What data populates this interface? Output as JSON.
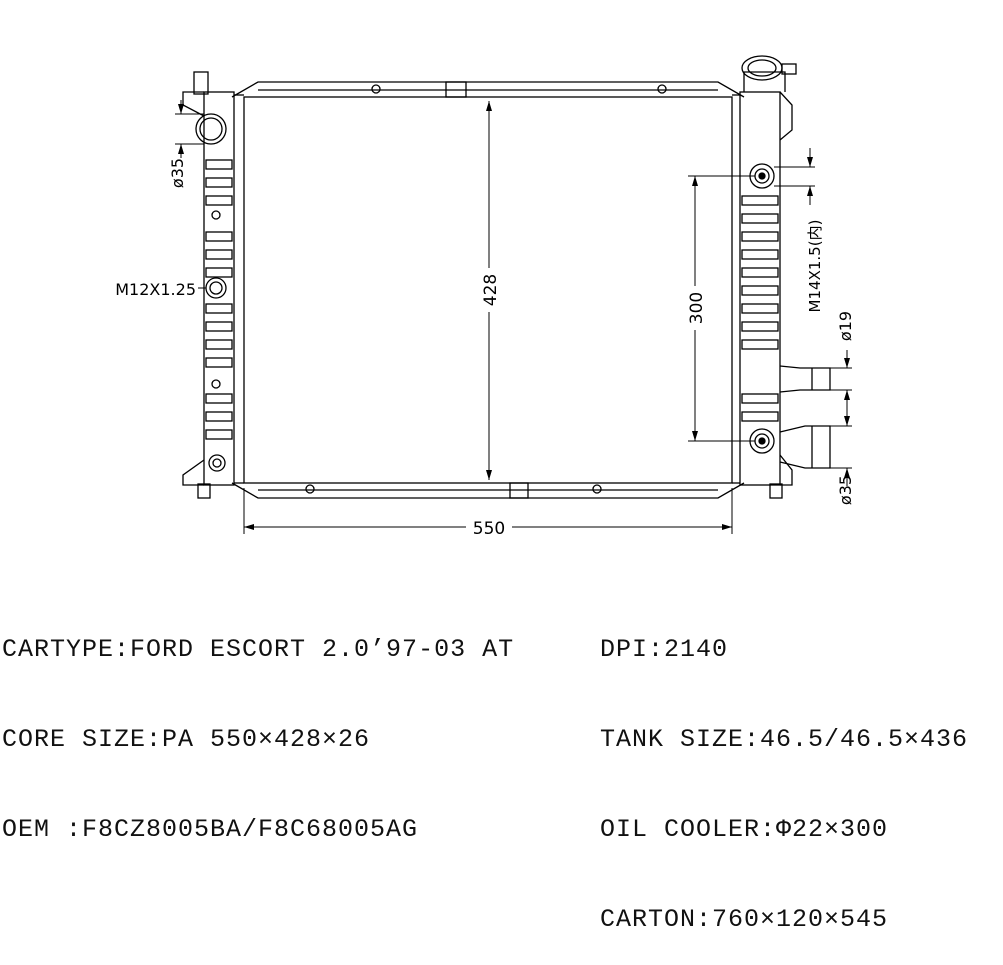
{
  "drawing": {
    "labels": {
      "core_width": "550",
      "core_height": "428",
      "cooler_spacing": "300",
      "inlet_diameter": "ø35",
      "outlet_diameter": "ø35",
      "drain_thread": "M12X1.25",
      "cooler_thread": "M14X1.5(内)",
      "cooler_pipe": "ø19"
    }
  },
  "specs": {
    "left": [
      "CARTYPE:FORD ESCORT 2.0’97-03 AT",
      "CORE SIZE:PA 550×428×26",
      "OEM :F8CZ8005BA/F8C68005AG"
    ],
    "right": [
      "DPI:2140",
      "TANK SIZE:46.5/46.5×436",
      "OIL COOLER:Φ22×300",
      "CARTON:760×120×545"
    ]
  }
}
